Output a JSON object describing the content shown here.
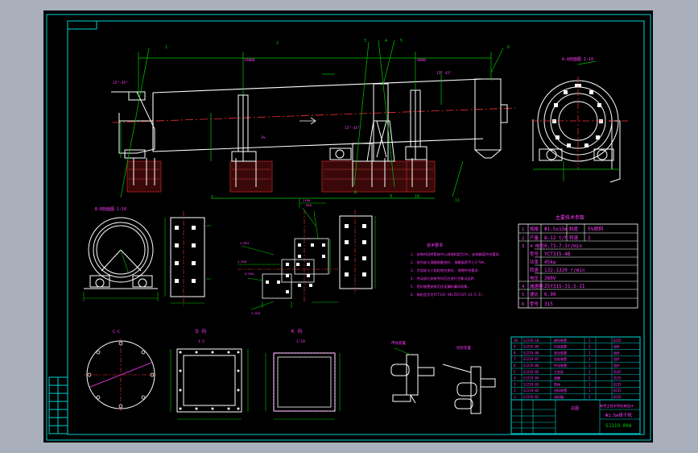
{
  "app": {
    "background_color": "#a9b0bb",
    "viewport_color": "#000000"
  },
  "colors": {
    "frame": "#00d2d2",
    "part": "#ffffff",
    "dim": "#00c800",
    "label": "#ff3cff",
    "center": "#ff3030",
    "foundation": "#9a1c1c"
  },
  "main_view": {
    "dims": {
      "d1": "15°-45°",
      "d2": "15°-45°",
      "d3": "15°-45°"
    },
    "balloons": [
      "1",
      "2",
      "3",
      "4",
      "5",
      "6",
      "7",
      "8",
      "9",
      "10",
      "11"
    ]
  },
  "section_view": {
    "title": "A-A剖面图 1:10"
  },
  "detail_b": {
    "title": "B-B剖面图 1:10"
  },
  "flange_view": {
    "title": "C-C"
  },
  "view_d": {
    "title": "D 向",
    "scale": "1:5"
  },
  "view_k": {
    "title": "K 向",
    "scale": "1:10"
  },
  "details": {
    "left": "传动装置",
    "right": "托轮装置"
  },
  "notes": {
    "title": "技术要求",
    "items": [
      "1. 安装时回转筒体中心线倾斜度为3%, 安装精度符合要求.",
      "2. 各托轮与滚圈接触良好, 接触面积不小于70%.",
      "3. 大齿轮与小齿轮啮合良好, 侧隙符合要求.",
      "4. 传动部分安装完毕后应进行空载试运转.",
      "5. 密封装置安装后应无漏料漏风现象.",
      "6. 电机型号为YCT315-4B(ZSY315-31.5-I)."
    ]
  },
  "spec_table": {
    "title": "主要技术参数",
    "rows": [
      {
        "no": "1",
        "key": "规格",
        "val": "Φ1.5x15m",
        "key2": "斜度",
        "val2": "5%倾斜"
      },
      {
        "no": "2",
        "key": "产量",
        "val": "8-12 t/h",
        "key2": "转速",
        "val2": "2"
      },
      {
        "no": "3",
        "key": "电机",
        "key_prefix": "4",
        "val": "0.73-7.3r/min"
      },
      {
        "no": "",
        "key": "型号",
        "val": "YCT315-4B"
      },
      {
        "no": "",
        "key": "功率",
        "val": "45kw"
      },
      {
        "no": "",
        "key": "转速",
        "val": "132-1320 r/min"
      },
      {
        "no": "",
        "key": "电压",
        "val": "380V"
      },
      {
        "no": "4",
        "key": "减速器",
        "val": "ZSY315-31.5-II"
      },
      {
        "no": "5",
        "key": "速比",
        "val": "6.99"
      },
      {
        "no": "6",
        "key": "型号",
        "val": "315"
      }
    ]
  },
  "bom": {
    "rows": [
      [
        "10",
        "SJ219-10",
        "卸料装置",
        "1",
        "Q235"
      ],
      [
        "9",
        "SJ219-09",
        "托轮装置",
        "2",
        "组件"
      ],
      [
        "8",
        "SJ219-08",
        "密封装置",
        "1",
        "组件"
      ],
      [
        "7",
        "SJ219-07",
        "挡轮装置",
        "1",
        "组件"
      ],
      [
        "6",
        "SJ219-06",
        "传动装置",
        "1",
        "组件"
      ],
      [
        "5",
        "SJ219-05",
        "大齿轮",
        "1",
        "ZG45"
      ],
      [
        "4",
        "SJ219-04",
        "滚圈",
        "2",
        "ZG35"
      ],
      [
        "3",
        "SJ219-03",
        "筒体",
        "1",
        "Q235"
      ],
      [
        "2",
        "SJ219-02",
        "进料装置",
        "1",
        "Q235"
      ],
      [
        "1",
        "SJ219-01",
        "进料箱",
        "1",
        "Q235"
      ]
    ]
  },
  "title_block": {
    "school": "南京工程学院机械设计",
    "title": "Φ1.5m烘干机",
    "code": "SJ219-00A",
    "label": "总图"
  }
}
